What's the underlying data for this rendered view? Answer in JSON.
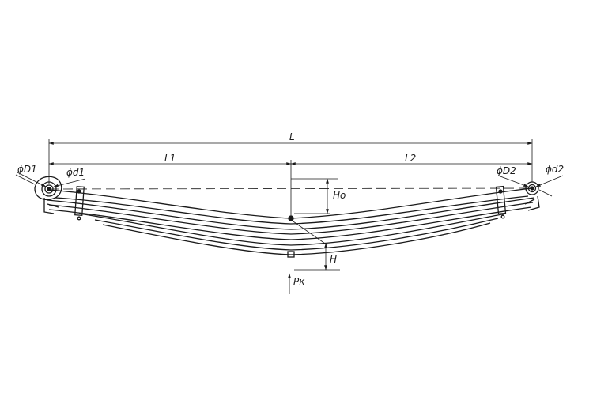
{
  "drawing": {
    "labels": {
      "overall_length": "L",
      "front_length": "L1",
      "rear_length": "L2",
      "free_height": "Ho",
      "loaded_height": "H",
      "load": "Pк",
      "front_eye_outer": "ϕD1",
      "front_eye_inner": "ϕd1",
      "rear_eye_outer": "ϕD2",
      "rear_eye_inner": "ϕd2"
    },
    "colors": {
      "line": "#1a1a1a",
      "background": "#ffffff"
    }
  }
}
